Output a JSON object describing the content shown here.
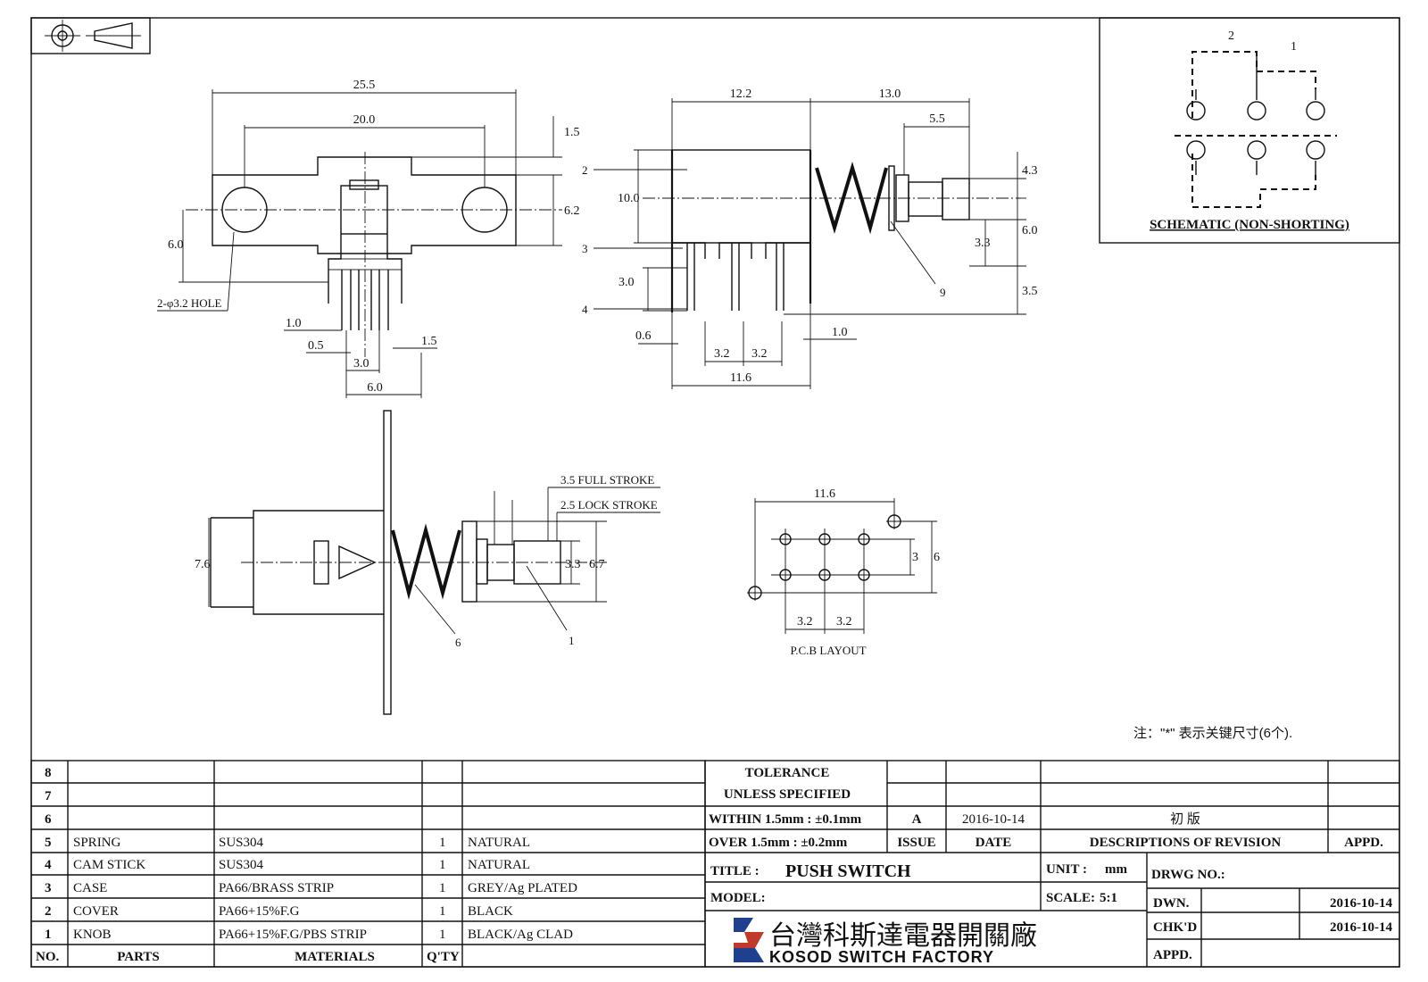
{
  "top_view": {
    "dims": [
      "25.5",
      "20.0",
      "1.5",
      "6.2",
      "6.0",
      "1.0",
      "0.5",
      "1.5",
      "3.0",
      "6.0"
    ],
    "hole_note": "2-φ3.2 HOLE"
  },
  "side_view": {
    "dims": [
      "12.2",
      "13.0",
      "5.5",
      "4.3",
      "10.0",
      "6.0",
      "3.3",
      "3.0",
      "3.5",
      "0.6",
      "1.0",
      "3.2",
      "3.2",
      "11.6"
    ],
    "callouts": [
      "2",
      "3",
      "4",
      "9"
    ]
  },
  "front_view": {
    "dims": [
      "7.6",
      "3.3",
      "6.7"
    ],
    "stroke_notes": [
      "3.5 FULL STROKE",
      "2.5 LOCK STROKE"
    ],
    "callouts": [
      "6",
      "1"
    ]
  },
  "pcb_layout": {
    "dims": [
      "11.6",
      "3",
      "6",
      "3.2",
      "3.2"
    ],
    "caption": "P.C.B LAYOUT"
  },
  "schematic": {
    "labels": [
      "2",
      "1"
    ],
    "caption": "SCHEMATIC (NON-SHORTING)"
  },
  "note": "注：\"*\" 表示关键尺寸(6个).",
  "parts_list": {
    "header": [
      "NO.",
      "PARTS",
      "MATERIALS",
      "Q'TY"
    ],
    "rows": [
      {
        "no": "8",
        "part": "",
        "material": "",
        "qty": "",
        "finish": ""
      },
      {
        "no": "7",
        "part": "",
        "material": "",
        "qty": "",
        "finish": ""
      },
      {
        "no": "6",
        "part": "",
        "material": "",
        "qty": "",
        "finish": ""
      },
      {
        "no": "5",
        "part": "SPRING",
        "material": "SUS304",
        "qty": "1",
        "finish": "NATURAL"
      },
      {
        "no": "4",
        "part": "CAM STICK",
        "material": "SUS304",
        "qty": "1",
        "finish": "NATURAL"
      },
      {
        "no": "3",
        "part": "CASE",
        "material": "PA66/BRASS STRIP",
        "qty": "1",
        "finish": "GREY/Ag PLATED"
      },
      {
        "no": "2",
        "part": "COVER",
        "material": "PA66+15%F.G",
        "qty": "1",
        "finish": "BLACK"
      },
      {
        "no": "1",
        "part": "KNOB",
        "material": "PA66+15%F.G/PBS STRIP",
        "qty": "1",
        "finish": "BLACK/Ag CLAD"
      }
    ]
  },
  "title_block": {
    "tolerance_title": "TOLERANCE",
    "unless_specified": "UNLESS SPECIFIED",
    "within": "WITHIN 1.5mm : ±0.1mm",
    "over": "OVER 1.5mm : ±0.2mm",
    "issue_value": "A",
    "date_value": "2016-10-14",
    "revision_desc": "初 版",
    "issue_label": "ISSUE",
    "date_label": "DATE",
    "descriptions_label": "DESCRIPTIONS OF REVISION",
    "appd_label": "APPD.",
    "title_label": "TITLE :",
    "title_value": "PUSH SWITCH",
    "unit_label": "UNIT :",
    "unit_value": "mm",
    "drwg_no_label": "DRWG NO.:",
    "model_label": "MODEL:",
    "scale_label": "SCALE:",
    "scale_value": "5:1",
    "dwn_label": "DWN.",
    "dwn_date": "2016-10-14",
    "chkd_label": "CHK'D",
    "chkd_date": "2016-10-14",
    "appd2_label": "APPD.",
    "company_cn": "台灣科斯達電器開關廠",
    "company_en": "KOSOD SWITCH FACTORY"
  },
  "colors": {
    "line": "#111111",
    "logo_blue": "#1f3f8f",
    "logo_red": "#c0392b"
  }
}
